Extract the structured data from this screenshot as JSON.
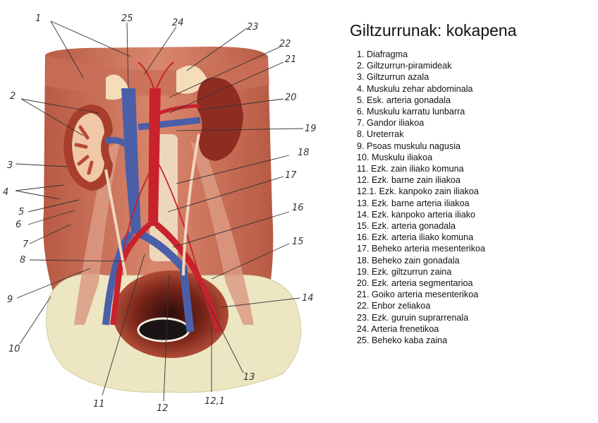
{
  "title": "Giltzurrunak: kokapena",
  "legend": [
    "1. Diafragma",
    "2. Giltzurrun-piramideak",
    "3. Giltzurrun azala",
    "4. Muskulu zehar abdominala",
    "5. Esk. arteria gonadala",
    "6. Muskulu karratu lunbarra",
    "7. Gandor iliakoa",
    "8. Ureterrak",
    "9. Psoas muskulu nagusia",
    "10. Muskulu iliakoa",
    "11. Ezk. zain iliako komuna",
    "12. Ezk. barne zain iliakoa",
    "12.1. Ezk. kanpoko zain iliakoa",
    "13. Ezk. barne arteria iliakoa",
    "14. Ezk. kanpoko arteria iliako",
    "15. Ezk. arteria gonadala",
    "16. Ezk. arteria iliako komuna",
    "17. Beheko arteria mesenterikoa",
    "18. Beheko zain gonadala",
    "19. Ezk. giltzurrun zaina",
    "20. Ezk. arteria segmentarioa",
    "21. Goiko arteria mesenterikoa",
    "22. Enbor zeliakoa",
    "23. Ezk. guruin suprarrenala",
    "24. Arteria frenetikoa",
    "25. Beheko kaba zaina"
  ],
  "callouts": [
    "1",
    "2",
    "3",
    "4",
    "5",
    "6",
    "7",
    "8",
    "9",
    "10",
    "11",
    "12",
    "12,1",
    "13",
    "14",
    "15",
    "16",
    "17",
    "18",
    "19",
    "20",
    "21",
    "22",
    "23",
    "24",
    "25"
  ],
  "colors": {
    "muscle": "#c8684e",
    "vein": "#4a5fa8",
    "artery": "#c8232c",
    "kidney": "#9e3a2a",
    "bone": "#ece6c2",
    "fat": "#f0d8b8"
  }
}
